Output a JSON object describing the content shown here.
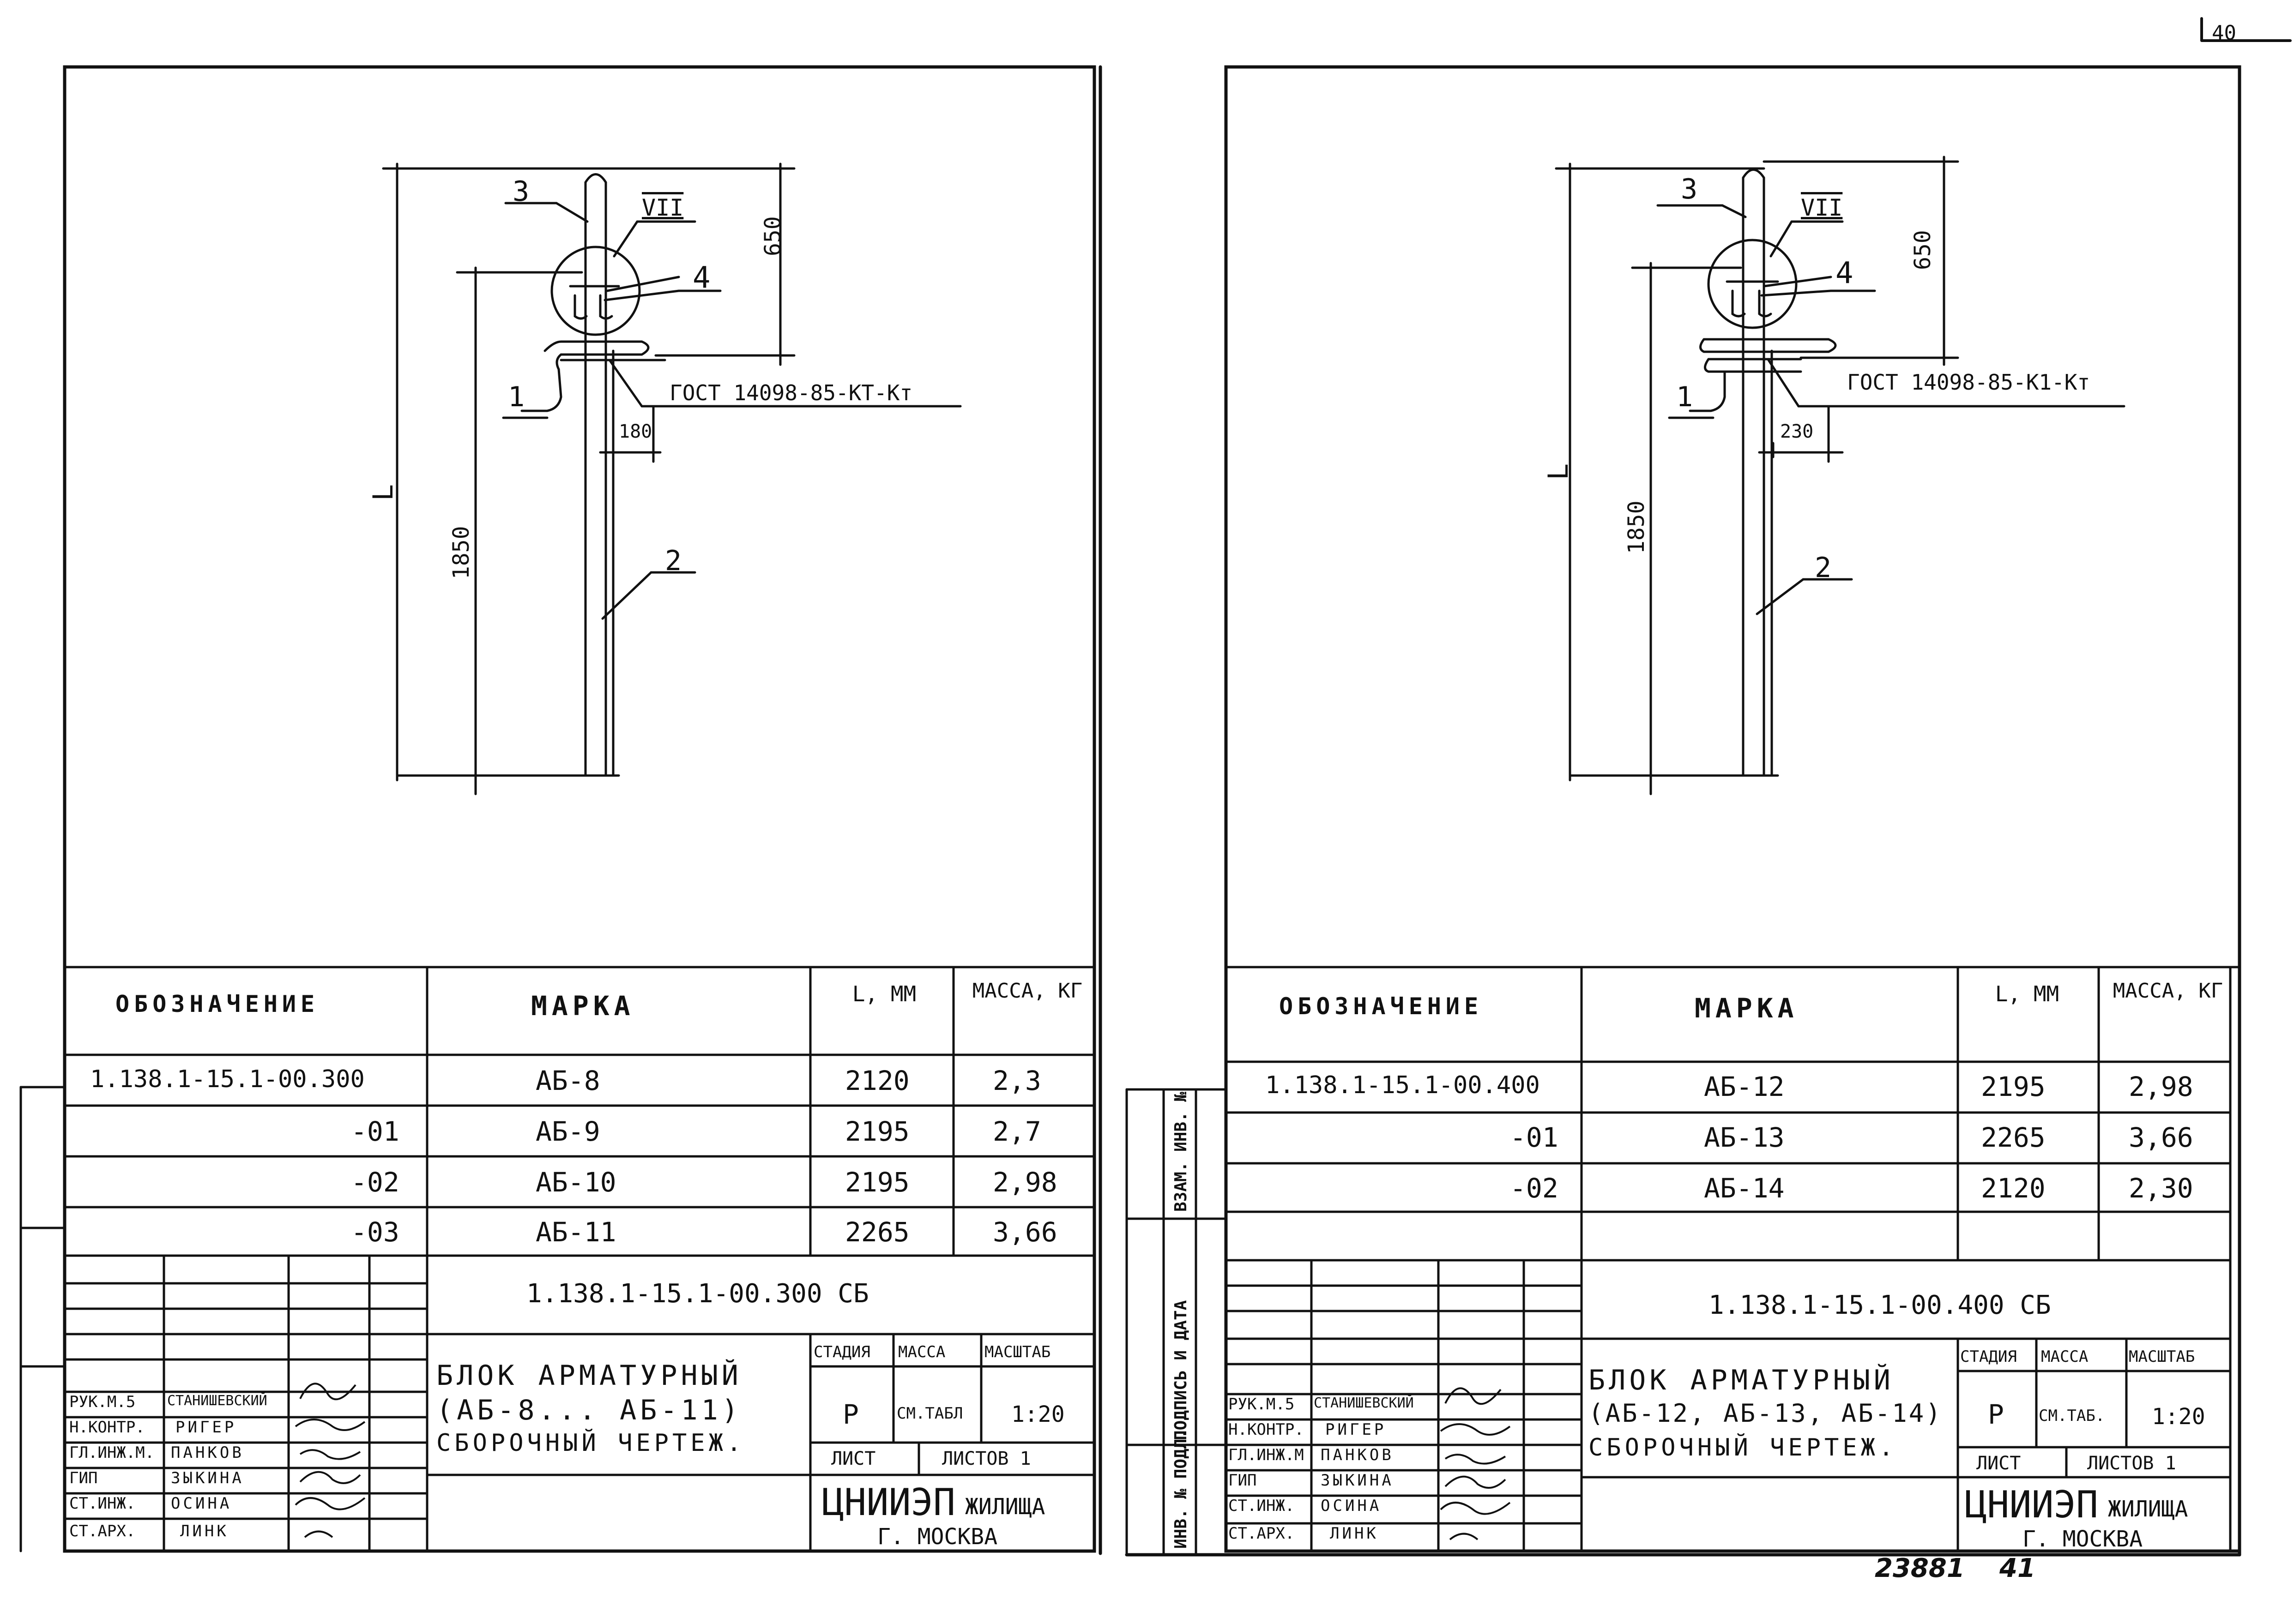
{
  "page": {
    "sheet_corner_number": "40",
    "bottom_number": "23881",
    "bottom_sheet": "41"
  },
  "left": {
    "drawing": {
      "callouts": {
        "c3": "3",
        "c7": "VII",
        "c4": "4",
        "c1": "1",
        "c2": "2"
      },
      "dims": {
        "d650": "650",
        "dL": "L",
        "d1850": "1850",
        "d180": "180"
      },
      "gost": "ГОСТ 14098-85-КТ-Кт"
    },
    "spec": {
      "headers": {
        "designation": "ОБОЗНАЧЕНИЕ",
        "mark": "МАРКА",
        "length": "L, ММ",
        "mass": "МАССА, КГ"
      },
      "rows": [
        {
          "designation": "1.138.1-15.1-00.300",
          "mark": "АБ-8",
          "length": "2120",
          "mass": "2,3"
        },
        {
          "designation": "-01",
          "mark": "АБ-9",
          "length": "2195",
          "mass": "2,7"
        },
        {
          "designation": "-02",
          "mark": "АБ-10",
          "length": "2195",
          "mass": "2,98"
        },
        {
          "designation": "-03",
          "mark": "АБ-11",
          "length": "2265",
          "mass": "3,66"
        }
      ]
    },
    "title_block": {
      "doc_code": "1.138.1-15.1-00.300 СБ",
      "title1": "БЛОК АРМАТУРНЫЙ",
      "title2": "(АБ-8... АБ-11)",
      "title3": "СБОРОЧНЫЙ ЧЕРТЕЖ.",
      "stage_h": "СТАДИЯ",
      "mass_h": "МАССА",
      "scale_h": "МАСШТАБ",
      "stage": "Р",
      "mass": "СМ.ТАБЛ",
      "scale": "1:20",
      "sheet": "ЛИСТ",
      "sheets": "ЛИСТОВ 1",
      "org1": "ЦНИИЭП",
      "org2": "ЖИЛИЩА",
      "city": "Г. МОСКВА",
      "roles": [
        "РУК.М.5",
        "Н.КОНТР.",
        "ГЛ.ИНЖ.М.",
        "ГИП",
        "СТ.ИНЖ.",
        "СТ.АРХ."
      ],
      "names": [
        "СТАНИШЕВСКИЙ",
        "РИГЕР",
        "ПАНКОВ",
        "ЗЫКИНА",
        "ОСИНА",
        "ЛИНК"
      ]
    }
  },
  "right": {
    "drawing": {
      "callouts": {
        "c3": "3",
        "c7": "VII",
        "c4": "4",
        "c1": "1",
        "c2": "2"
      },
      "dims": {
        "d650": "650",
        "dL": "L",
        "d1850": "1850",
        "d230": "230"
      },
      "gost": "ГОСТ 14098-85-К1-Кт"
    },
    "spec": {
      "headers": {
        "designation": "ОБОЗНАЧЕНИЕ",
        "mark": "МАРКА",
        "length": "L, ММ",
        "mass": "МАССА, КГ"
      },
      "rows": [
        {
          "designation": "1.138.1-15.1-00.400",
          "mark": "АБ-12",
          "length": "2195",
          "mass": "2,98"
        },
        {
          "designation": "-01",
          "mark": "АБ-13",
          "length": "2265",
          "mass": "3,66"
        },
        {
          "designation": "-02",
          "mark": "АБ-14",
          "length": "2120",
          "mass": "2,30"
        }
      ]
    },
    "title_block": {
      "doc_code": "1.138.1-15.1-00.400 СБ",
      "title1": "БЛОК АРМАТУРНЫЙ",
      "title2": "(АБ-12, АБ-13, АБ-14)",
      "title3": "СБОРОЧНЫЙ ЧЕРТЕЖ.",
      "stage_h": "СТАДИЯ",
      "mass_h": "МАССА",
      "scale_h": "МАСШТАБ",
      "stage": "Р",
      "mass": "СМ.ТАБ.",
      "scale": "1:20",
      "sheet": "ЛИСТ",
      "sheets": "ЛИСТОВ 1",
      "org1": "ЦНИИЭП",
      "org2": "ЖИЛИЩА",
      "city": "Г. МОСКВА",
      "roles": [
        "РУК.М.5",
        "Н.КОНТР.",
        "ГЛ.ИНЖ.М",
        "ГИП",
        "СТ.ИНЖ.",
        "СТ.АРХ."
      ],
      "names": [
        "СТАНИШЕВСКИЙ",
        "РИГЕР",
        "ПАНКОВ",
        "ЗЫКИНА",
        "ОСИНА",
        "ЛИНК"
      ]
    },
    "side_stamp": {
      "s1": "ИНВ. № ПОДЛ.",
      "s2": "ПОДПИСЬ И ДАТА",
      "s3": "ВЗАМ. ИНВ. №"
    }
  }
}
